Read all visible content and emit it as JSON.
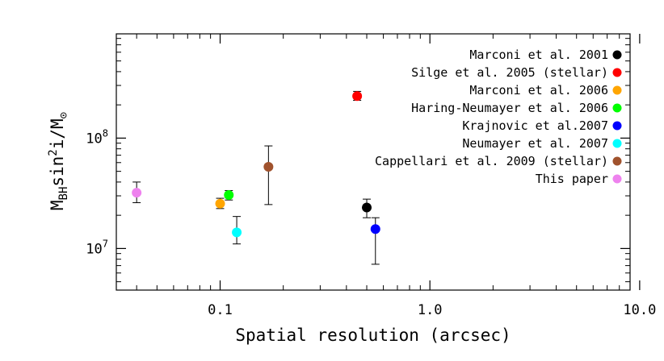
{
  "chart_data": {
    "type": "scatter",
    "title": "",
    "xlabel": "Spatial resolution (arcsec)",
    "ylabel": "M_BH sin^2 i / M_sun",
    "xscale": "log",
    "yscale": "log",
    "xlim": [
      0.032,
      9.0
    ],
    "ylim": [
      4200000,
      880000000
    ],
    "xticks": [
      {
        "value": 0.1,
        "label": "0.1"
      },
      {
        "value": 1.0,
        "label": "1.0"
      },
      {
        "value": 10.0,
        "label": "10.0"
      }
    ],
    "yticks": [
      {
        "value": 10000000,
        "mantissa": "10",
        "exponent": "7"
      },
      {
        "value": 100000000,
        "mantissa": "10",
        "exponent": "8"
      }
    ],
    "grid": false,
    "legend_position": "top-right",
    "series": [
      {
        "name": "Marconi et al. 2001",
        "color": "#000000",
        "x": 0.5,
        "y": 23500000,
        "yerr_low": 19000000,
        "yerr_high": 28000000
      },
      {
        "name": "Silge et al. 2005 (stellar)",
        "color": "#ff0000",
        "x": 0.45,
        "y": 240000000,
        "yerr_low": 220000000,
        "yerr_high": 265000000
      },
      {
        "name": "Marconi et al. 2006",
        "color": "#ffa500",
        "x": 0.1,
        "y": 25500000,
        "yerr_low": 23000000,
        "yerr_high": 28500000
      },
      {
        "name": "Haring-Neumayer et al. 2006",
        "color": "#00ff00",
        "x": 0.11,
        "y": 30500000,
        "yerr_low": 27500000,
        "yerr_high": 33500000
      },
      {
        "name": "Krajnovic et al.2007",
        "color": "#0000ff",
        "x": 0.55,
        "y": 15000000,
        "yerr_low": 7200000,
        "yerr_high": 19000000
      },
      {
        "name": "Neumayer et al. 2007",
        "color": "#00ffff",
        "x": 0.12,
        "y": 14000000,
        "yerr_low": 11000000,
        "yerr_high": 19500000
      },
      {
        "name": "Cappellari et al. 2009 (stellar)",
        "color": "#a0522d",
        "x": 0.17,
        "y": 55000000,
        "yerr_low": 25000000,
        "yerr_high": 85000000
      },
      {
        "name": "This paper",
        "color": "#ee82ee",
        "x": 0.04,
        "y": 32000000,
        "yerr_low": 26000000,
        "yerr_high": 40000000
      }
    ]
  }
}
